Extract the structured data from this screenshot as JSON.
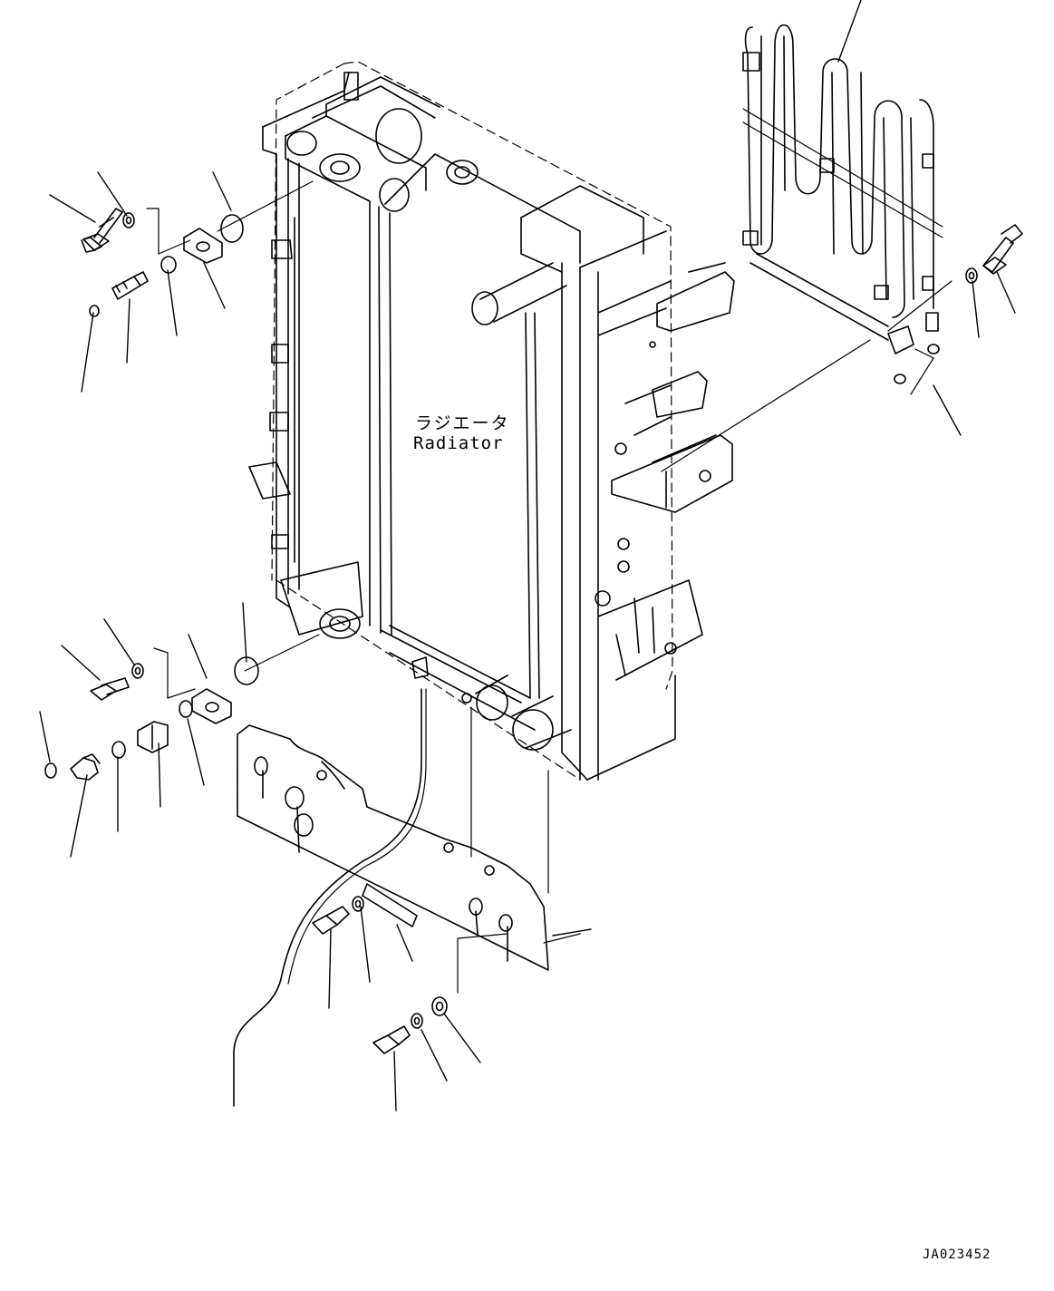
{
  "diagram": {
    "center_label_jp": "ラジエータ",
    "center_label_en": "Radiator",
    "drawing_code": "JA023452"
  },
  "colors": {
    "line": "#000000",
    "background": "#ffffff"
  }
}
